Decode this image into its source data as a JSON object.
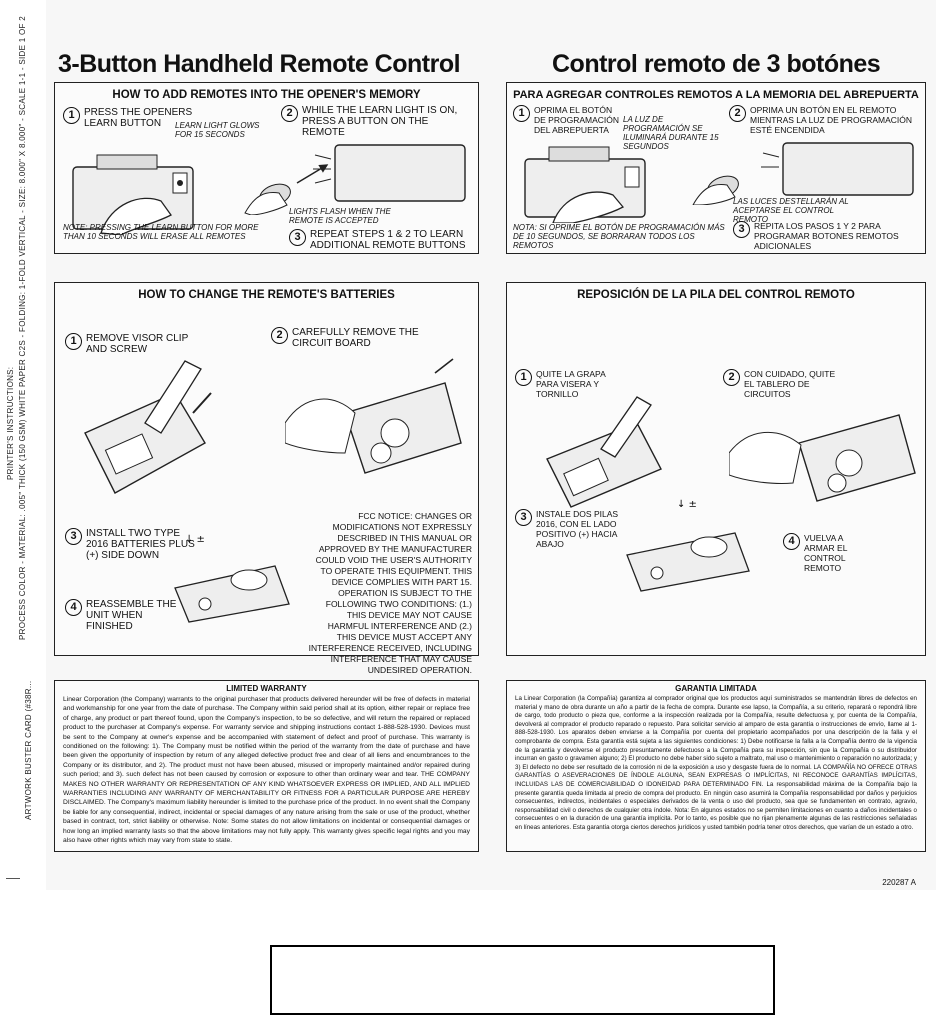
{
  "side_text": {
    "line1": "PRINTER'S INSTRUCTIONS:",
    "line2": "PROCESS COLOR - MATERIAL: .005\" THICK (150 GSM) WHITE PAPER C2S - FOLDING: 1-FOLD VERTICAL - SIZE: 8.000\" X 8.000\" - SCALE 1-1 - SIDE 1 OF 2",
    "line3": "ARTWORK BUSTER CARD (#38R..."
  },
  "english": {
    "heading": "3-Button Handheld Remote Control",
    "add_box": {
      "title": "HOW TO ADD REMOTES INTO THE OPENER'S MEMORY",
      "step1": "PRESS THE OPENERS LEARN BUTTON",
      "learn_note": "LEARN LIGHT GLOWS FOR 15 SECONDS",
      "step2": "WHILE THE LEARN LIGHT IS ON, PRESS A BUTTON ON THE REMOTE",
      "lights_note": "LIGHTS FLASH WHEN THE REMOTE IS ACCEPTED",
      "step3": "REPEAT STEPS 1 & 2 TO LEARN ADDITIONAL REMOTE BUTTONS",
      "note": "NOTE: PRESSING THE LEARN BUTTON FOR MORE THAN 10 SECONDS WILL ERASE ALL REMOTES"
    },
    "battery_box": {
      "title": "HOW TO CHANGE THE REMOTE'S BATTERIES",
      "step1": "REMOVE VISOR CLIP AND SCREW",
      "step2": "CAREFULLY REMOVE THE CIRCUIT BOARD",
      "step3": "INSTALL TWO TYPE 2016 BATTERIES PLUS (+) SIDE DOWN",
      "step4": "REASSEMBLE THE UNIT WHEN FINISHED",
      "fcc": "FCC NOTICE: CHANGES OR MODIFICATIONS NOT EXPRESSLY DESCRIBED IN THIS MANUAL OR APPROVED BY THE MANUFACTURER COULD VOID THE USER'S AUTHORITY TO OPERATE THIS EQUIPMENT. THIS DEVICE COMPLIES WITH PART 15. OPERATION IS SUBJECT TO THE FOLLOWING TWO CONDITIONS: (1.) THIS DEVICE MAY NOT CAUSE HARMFUL INTERFERENCE AND (2.) THIS DEVICE MUST ACCEPT ANY INTERFERENCE RECEIVED, INCLUDING INTERFERENCE THAT MAY CAUSE UNDESIRED OPERATION."
    },
    "warranty": {
      "title": "LIMITED WARRANTY",
      "body": "Linear Corporation (the Company) warrants to the original purchaser that products delivered hereunder will be free of defects in material and workmanship for one year from the date of purchase. The Company within said period shall at its option, either repair or replace free of charge, any product or part thereof found, upon the Company's inspection, to be so defective, and will return the repaired or replaced product to the purchaser at Company's expense. For warranty service and shipping instructions contact 1-888-528-1930. Devices must be sent to the Company at owner's expense and be accompanied with statement of defect and proof of purchase. This warranty is conditioned on the following: 1). The Company must be notified within the period of the warranty from the date of purchase and have been given the opportunity of inspection by return of any alleged defective product free and clear of all liens and encumbrances to the Company or its distributor, and 2). The product must not have been abused, misused or improperly maintained and/or repaired during such period; and 3). such defect has not been caused by corrosion or exposure to other than ordinary wear and tear. THE COMPANY MAKES NO OTHER WARRANTY OR REPRESENTATION OF ANY KIND WHATSOEVER EXPRESS OR IMPLIED, AND ALL IMPLIED WARRANTIES INCLUDING ANY WARRANTY OF MERCHANTABILITY OR FITNESS FOR A PARTICULAR PURPOSE ARE HEREBY DISCLAIMED. The Company's maximum liability hereunder is limited to the purchase price of the product. In no event shall the Company be liable for any consequential, indirect, incidental or special damages of any nature arising from the sale or use of the product, whether based in contract, tort, strict liability or otherwise. Note: Some states do not allow limitations on incidental or consequential damages or how long an implied warranty lasts so that the above limitations may not fully apply. This warranty gives specific legal rights and you may also have other rights which may vary from state to state."
    }
  },
  "spanish": {
    "heading": "Control remoto de 3 botónes",
    "add_box": {
      "title": "PARA AGREGAR CONTROLES REMOTOS A LA MEMORIA DEL ABREPUERTA",
      "step1": "OPRIMA EL BOTÓN DE PROGRAMACIÓN DEL ABREPUERTA",
      "learn_note": "LA LUZ DE PROGRAMACIÓN SE ILUMINARÁ DURANTE 15 SEGUNDOS",
      "step2": "OPRIMA UN BOTÓN EN EL REMOTO MIENTRAS LA LUZ DE PROGRAMACIÓN ESTÉ ENCENDIDA",
      "lights_note": "LAS LUCES DESTELLARÁN AL ACEPTARSE EL CONTROL REMOTO",
      "step3": "REPITA LOS PASOS 1 Y 2 PARA PROGRAMAR BOTONES REMOTOS ADICIONALES",
      "note": "NOTA: SI OPRIME EL BOTÓN DE PROGRAMACIÓN MÁS DE 10 SEGUNDOS, SE BORRARAN TODOS LOS REMOTOS"
    },
    "battery_box": {
      "title": "REPOSICIÓN DE LA PILA DEL CONTROL REMOTO",
      "step1": "QUITE LA GRAPA PARA VISERA Y TORNILLO",
      "step2": "CON CUIDADO, QUITE EL TABLERO DE CIRCUITOS",
      "step3": "INSTALE DOS PILAS 2016, CON EL LADO POSITIVO (+) HACIA ABAJO",
      "step4": "VUELVA A ARMAR EL CONTROL REMOTO"
    },
    "warranty": {
      "title": "GARANTIA LIMITADA",
      "body": "La Linear Corporation (la Compañía) garantiza al comprador original que los productos aquí suministrados se mantendrán libres de defectos en material y mano de obra durante un año a partir de la fecha de compra. Durante ese lapso, la Compañía, a su criterio, reparará o repondrá libre de cargo, todo producto o pieza que, conforme a la inspección realizada por la Compañía, resulte defectuosa y, por cuenta de la Compañía, devolverá al comprador el producto reparado o repuesto. Para solicitar servicio al amparo de esta garantía o instrucciones de envío, llame al 1-888-528-1930. Los aparatos deben enviarse a la Compañía por cuenta del propietario acompañados por una descripción de la falla y el comprobante de compra. Esta garantía está sujeta a las siguientes condiciones: 1) Debe notificarse la falla a la Compañía dentro de la vigencia de la garantía y devolverse el producto presuntamente defectuoso a la Compañía para su inspección, sin que la Compañía o su distribuidor incurran en gasto o gravamen alguno; 2) El producto no debe haber sido sujeto a maltrato, mal uso o mantenimiento o reparación no autorizada; y 3) El defecto no debe ser resultado de la corrosión ni de la exposición a uso y desgaste fuera de lo normal. LA COMPAÑÍA NO OFRECE OTRAS GARANTÍAS O ASEVERACIONES DE ÍNDOLE ALGUNA, SEAN EXPRESAS O IMPLÍCITAS, NI RECONOCE GARANTÍAS IMPLÍCITAS, INCLUIDAS LAS DE COMERCIABILIDAD O IDONEIDAD PARA DETERMINADO FIN. La responsabilidad máxima de la Compañía bajo la presente garantía queda limitada al precio de compra del producto. En ningún caso asumirá la Compañía responsabilidad por daños y perjuicios consecuentes, indirectos, incidentales o especiales derivados de la venta o uso del producto, sea que se fundamenten en contrato, agravio, responsabilidad civil o derechos de cualquier otra índole. Nota: En algunos estados no se permiten limitaciones en cuanto a daños incidentales o consecuentes o en la duración de una garantía implícita. Por lo tanto, es posible que no rijan plenamente algunas de las restricciones señaladas en líneas anteriores. Esta garantía otorga ciertos derechos jurídicos y usted también podría tener otros derechos, que varían de un estado a otro."
    }
  },
  "doc_code": "220287 A",
  "colors": {
    "ink": "#111111",
    "paper": "#f7f7f7",
    "box_border": "#222222"
  }
}
